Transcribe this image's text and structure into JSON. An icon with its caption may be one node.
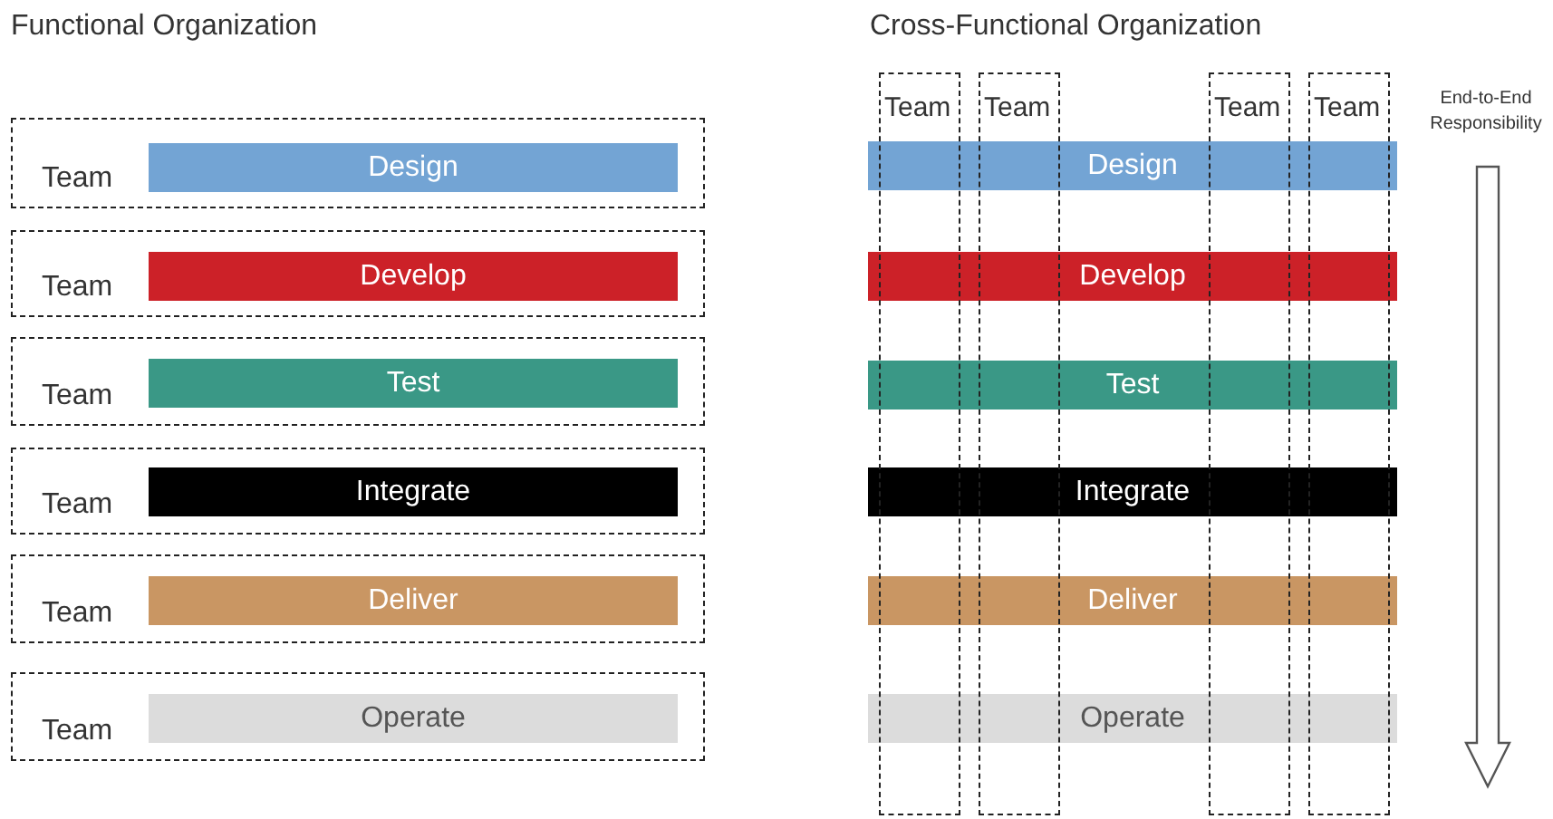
{
  "diagram": {
    "nodes": [
      {
        "text": [
          "Team"
        ]
      },
      {
        "text": [
          "Design"
        ],
        "in": 0
      },
      {
        "text": [
          "Team"
        ]
      },
      {
        "text": [
          "Develop"
        ],
        "in": 2
      },
      {
        "text": [
          "Team"
        ]
      },
      {
        "text": [
          "Test"
        ],
        "in": 4
      },
      {
        "text": [
          "Team"
        ]
      },
      {
        "text": [
          "Integrate"
        ],
        "in": 6
      },
      {
        "text": [
          "Team"
        ]
      },
      {
        "text": [
          "Deliver"
        ],
        "in": 8
      },
      {
        "text": [
          "Team"
        ]
      },
      {
        "text": [
          "Operate"
        ],
        "in": 10
      },
      {
        "text": [
          "Team"
        ]
      },
      {
        "text": [
          "Team"
        ]
      },
      {
        "text": [
          "Team"
        ]
      },
      {
        "text": [
          "Team"
        ]
      },
      {
        "text": [
          "Design"
        ]
      },
      {
        "text": [
          "Develop"
        ]
      },
      {
        "text": [
          "Test"
        ]
      },
      {
        "text": [
          "Integrate"
        ]
      },
      {
        "text": [
          "Deliver"
        ]
      },
      {
        "text": [
          "Operate"
        ]
      }
    ],
    "labels": [
      "Functional Organization",
      "Cross-Functional Organization",
      "End-to-End Responsibility"
    ]
  }
}
